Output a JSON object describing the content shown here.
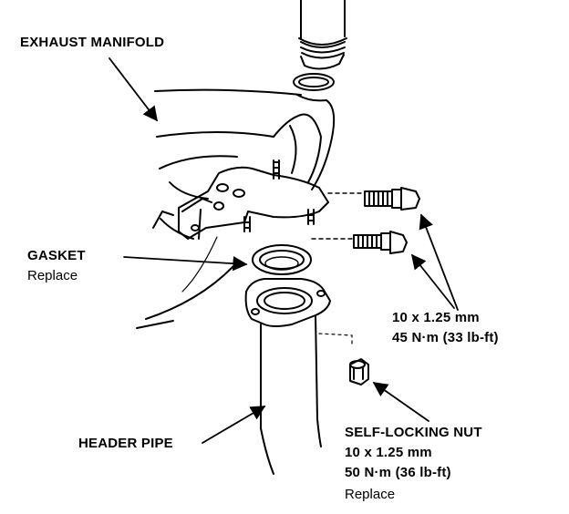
{
  "labels": {
    "exhaust_manifold": "EXHAUST MANIFOLD",
    "gasket": "GASKET",
    "gasket_note": "Replace",
    "bolt_size": "10 x 1.25 mm",
    "bolt_torque": "45 N·m (33 lb-ft)",
    "header_pipe": "HEADER PIPE",
    "nut_title": "SELF-LOCKING NUT",
    "nut_size": "10 x 1.25 mm",
    "nut_torque": "50 N·m (36 lb-ft)",
    "nut_note": "Replace"
  }
}
